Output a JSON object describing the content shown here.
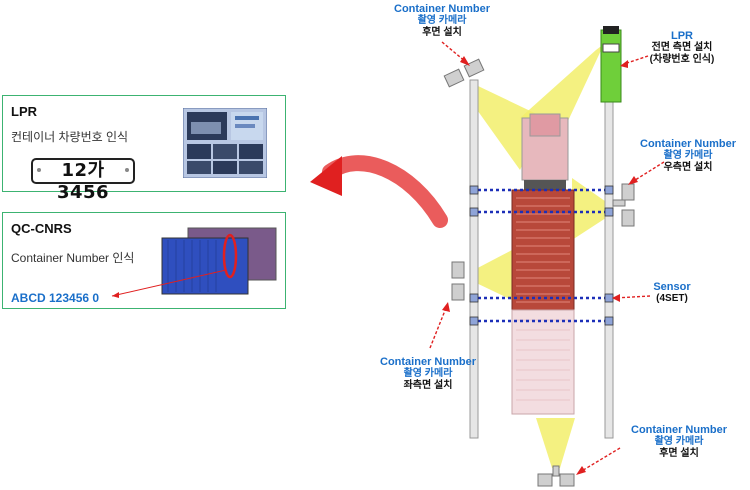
{
  "panels": {
    "lpr": {
      "title": "LPR",
      "subtitle": "컨테이너 차량번호 인식",
      "plate": "12가 3456"
    },
    "qc": {
      "title": "QC-CNRS",
      "subtitle": "Container Number 인식",
      "container_no": "ABCD 123456 0"
    }
  },
  "labels": {
    "top_rear": {
      "line1": "Container Number",
      "line2": "촬영 카메라",
      "line3": "후면 설치"
    },
    "lpr": {
      "line1": "LPR",
      "line2": "전면 측면 설치",
      "line3": "(차량번호 인식)"
    },
    "right_side": {
      "line1": "Container Number",
      "line2": "촬영 카메라",
      "line3": "우측면 설치"
    },
    "sensor": {
      "line1": "Sensor",
      "line2": "(4SET)"
    },
    "left_side": {
      "line1": "Container Number",
      "line2": "촬영 카메라",
      "line3": "좌측면 설치"
    },
    "bottom_rear": {
      "line1": "Container Number",
      "line2": "촬영 카메라",
      "line3": "후면 설치"
    }
  },
  "colors": {
    "panel_border": "#3cb371",
    "label_blue": "#1a6fc9",
    "arrow_red": "#e02020",
    "beam_yellow": "#f2ee6b",
    "container_red": "#b8483a",
    "sensor_line": "#1c2fb8",
    "lpr_green": "#6fcf3a"
  }
}
